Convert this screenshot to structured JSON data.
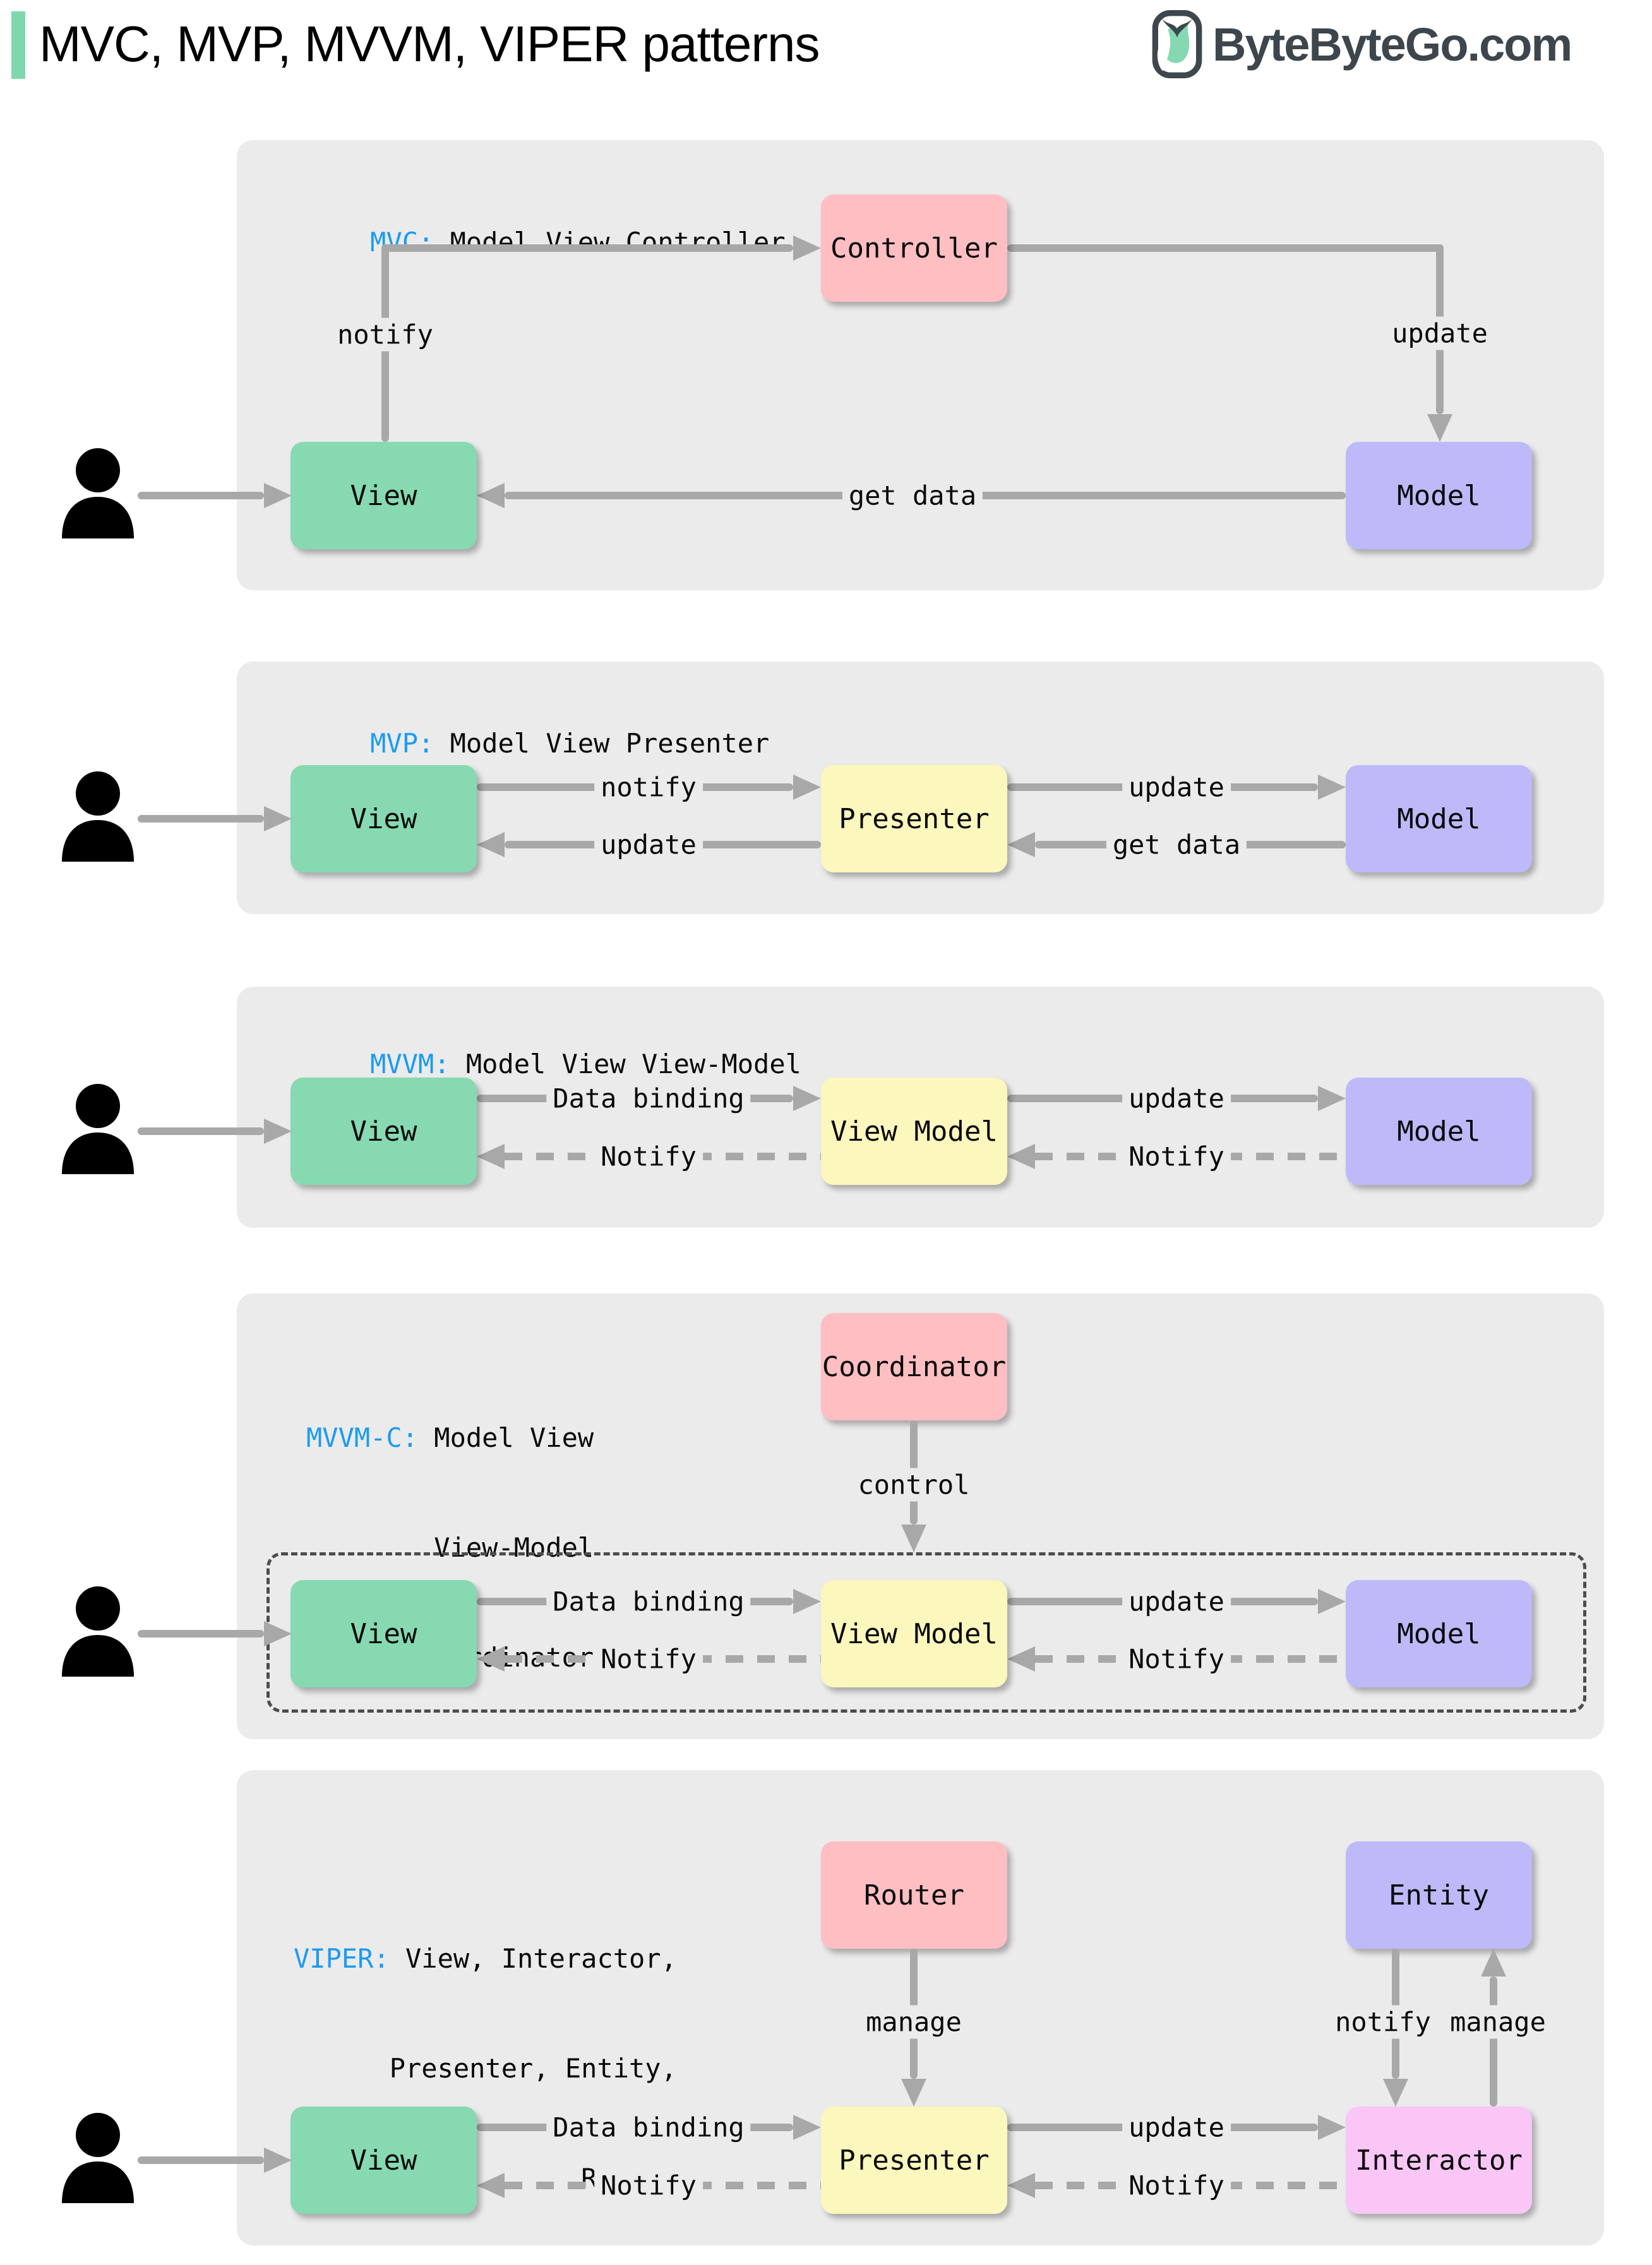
{
  "header": {
    "title": "MVC, MVP, MVVM, VIPER patterns",
    "logo_text": "ByteByteGo.com"
  },
  "colors": {
    "accent_green": "#7fd8ac",
    "panel_bg": "#ebebeb",
    "box_green": "#87d9b1",
    "box_pink": "#ffbec2",
    "box_purple": "#beb9f9",
    "box_yellow": "#fbf7bd",
    "box_magenta": "#f9c6f6",
    "arrow_gray": "#a8a8a8",
    "abbr_blue": "#1d9bf0",
    "logo_dark": "#3d464d"
  },
  "panels": {
    "mvc": {
      "abbr": "MVC:",
      "title": " Model View Controller",
      "boxes": {
        "controller": "Controller",
        "view": "View",
        "model": "Model"
      },
      "arrows": {
        "notify": "notify",
        "update": "update",
        "get_data": "get data"
      }
    },
    "mvp": {
      "abbr": "MVP:",
      "title": " Model View Presenter",
      "boxes": {
        "view": "View",
        "presenter": "Presenter",
        "model": "Model"
      },
      "arrows": {
        "notify": "notify",
        "update_to_view": "update",
        "update_to_model": "update",
        "get_data": "get data"
      }
    },
    "mvvm": {
      "abbr": "MVVM:",
      "title": " Model View View-Model",
      "boxes": {
        "view": "View",
        "view_model": "View Model",
        "model": "Model"
      },
      "arrows": {
        "data_binding": "Data binding",
        "notify_to_view": "Notify",
        "update": "update",
        "notify_to_view_model": "Notify"
      }
    },
    "mvvm_c": {
      "abbr": "MVVM-C:",
      "title_line1": " Model View",
      "title_line2": "View-Model",
      "title_line3": "Coordinator",
      "boxes": {
        "coordinator": "Coordinator",
        "view": "View",
        "view_model": "View Model",
        "model": "Model"
      },
      "arrows": {
        "control": "control",
        "data_binding": "Data binding",
        "notify_to_view": "Notify",
        "update": "update",
        "notify_to_view_model": "Notify"
      }
    },
    "viper": {
      "abbr": "VIPER:",
      "title_line1": " View, Interactor,",
      "title_line2": "Presenter, Entity,",
      "title_line3": "Router",
      "boxes": {
        "router": "Router",
        "entity": "Entity",
        "view": "View",
        "presenter": "Presenter",
        "interactor": "Interactor"
      },
      "arrows": {
        "manage_router": "manage",
        "notify_entity": "notify",
        "manage_entity": "manage",
        "data_binding": "Data binding",
        "notify_to_view": "Notify",
        "update": "update",
        "notify_to_presenter": "Notify"
      }
    }
  }
}
